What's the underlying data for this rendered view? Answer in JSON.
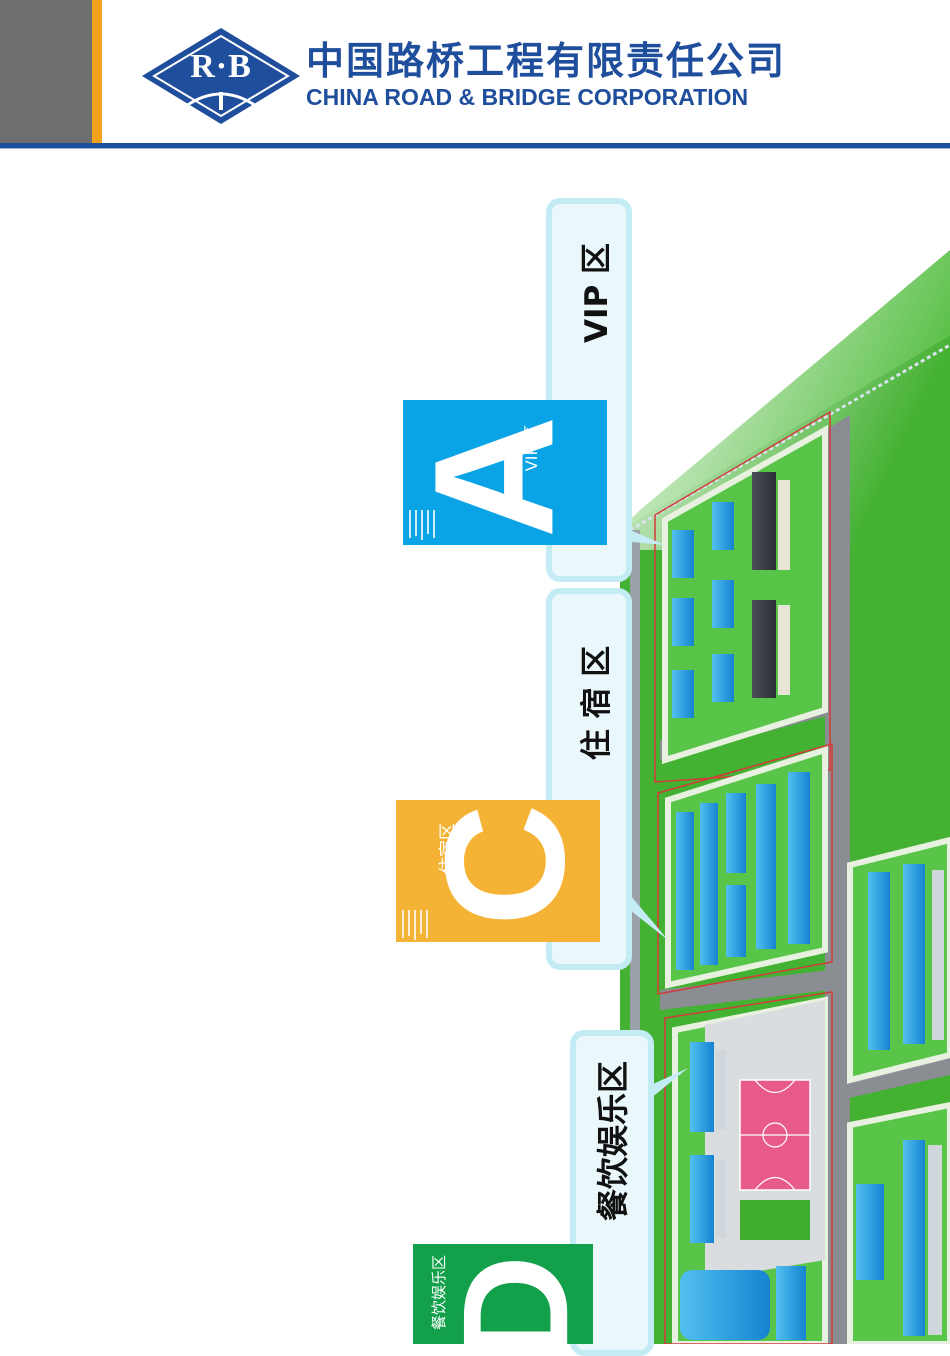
{
  "header": {
    "logo_text": "R·B",
    "company_cn": "中国路桥工程有限责任公司",
    "company_en": "CHINA ROAD & BRIDGE CORPORATION"
  },
  "zones": {
    "vip": {
      "label": "VIP 区",
      "letter": "A",
      "card_label": "VIP 区",
      "color": "#0aa3e6"
    },
    "dorm": {
      "label": "住 宿 区",
      "letter": "C",
      "card_label": "住宿区",
      "color": "#f5b335"
    },
    "dining": {
      "label": "餐饮娱乐区",
      "letter": "D",
      "card_label": "餐饮娱乐区",
      "color": "#13a04b"
    }
  },
  "colors": {
    "brand_blue": "#1f4e9c",
    "accent_orange": "#f2a31b",
    "grass": "#3fae2e",
    "road": "#8a8d92",
    "roof": "#1e9be0",
    "court": "#e85a8a"
  }
}
